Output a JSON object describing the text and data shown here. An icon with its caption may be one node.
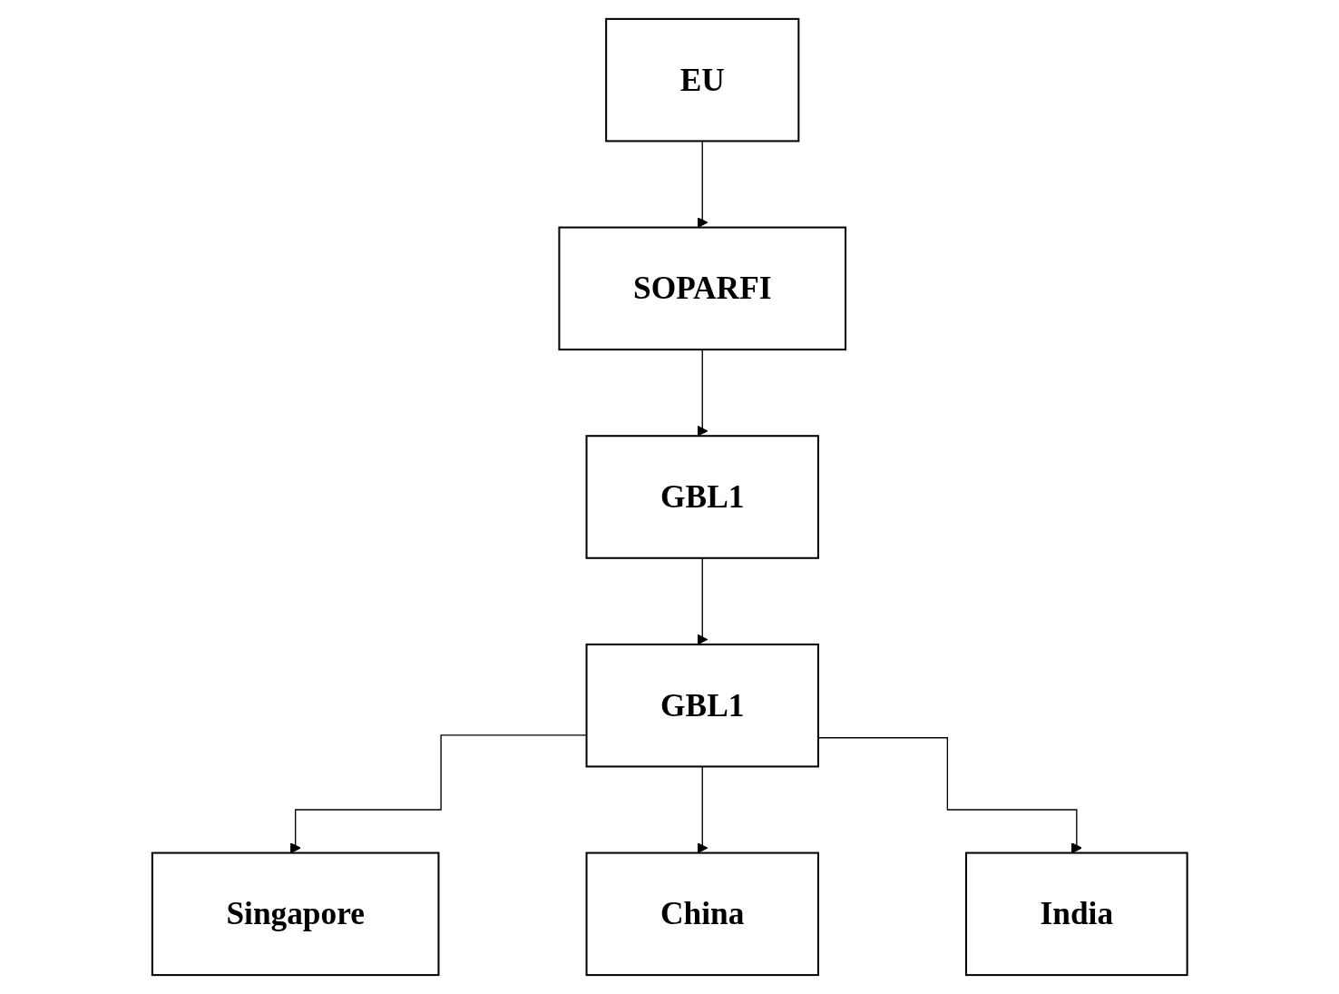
{
  "diagram": {
    "nodes": [
      {
        "text": [
          "EU"
        ]
      },
      {
        "text": [
          "SOPARFI"
        ]
      },
      {
        "text": [
          "GBL1"
        ]
      },
      {
        "text": [
          "GBL1"
        ]
      },
      {
        "text": [
          "Singapore"
        ]
      },
      {
        "text": [
          "China"
        ]
      },
      {
        "text": [
          "India"
        ]
      }
    ],
    "edges": [
      {
        "from": 0,
        "to": 1,
        "arrow": "to"
      },
      {
        "from": 1,
        "to": 2,
        "arrow": "to"
      },
      {
        "from": 2,
        "to": 3,
        "arrow": "to"
      },
      {
        "from": 3,
        "to": 4,
        "arrow": "to"
      },
      {
        "from": 3,
        "to": 5,
        "arrow": "to"
      },
      {
        "from": 3,
        "to": 6,
        "arrow": "to"
      }
    ]
  }
}
